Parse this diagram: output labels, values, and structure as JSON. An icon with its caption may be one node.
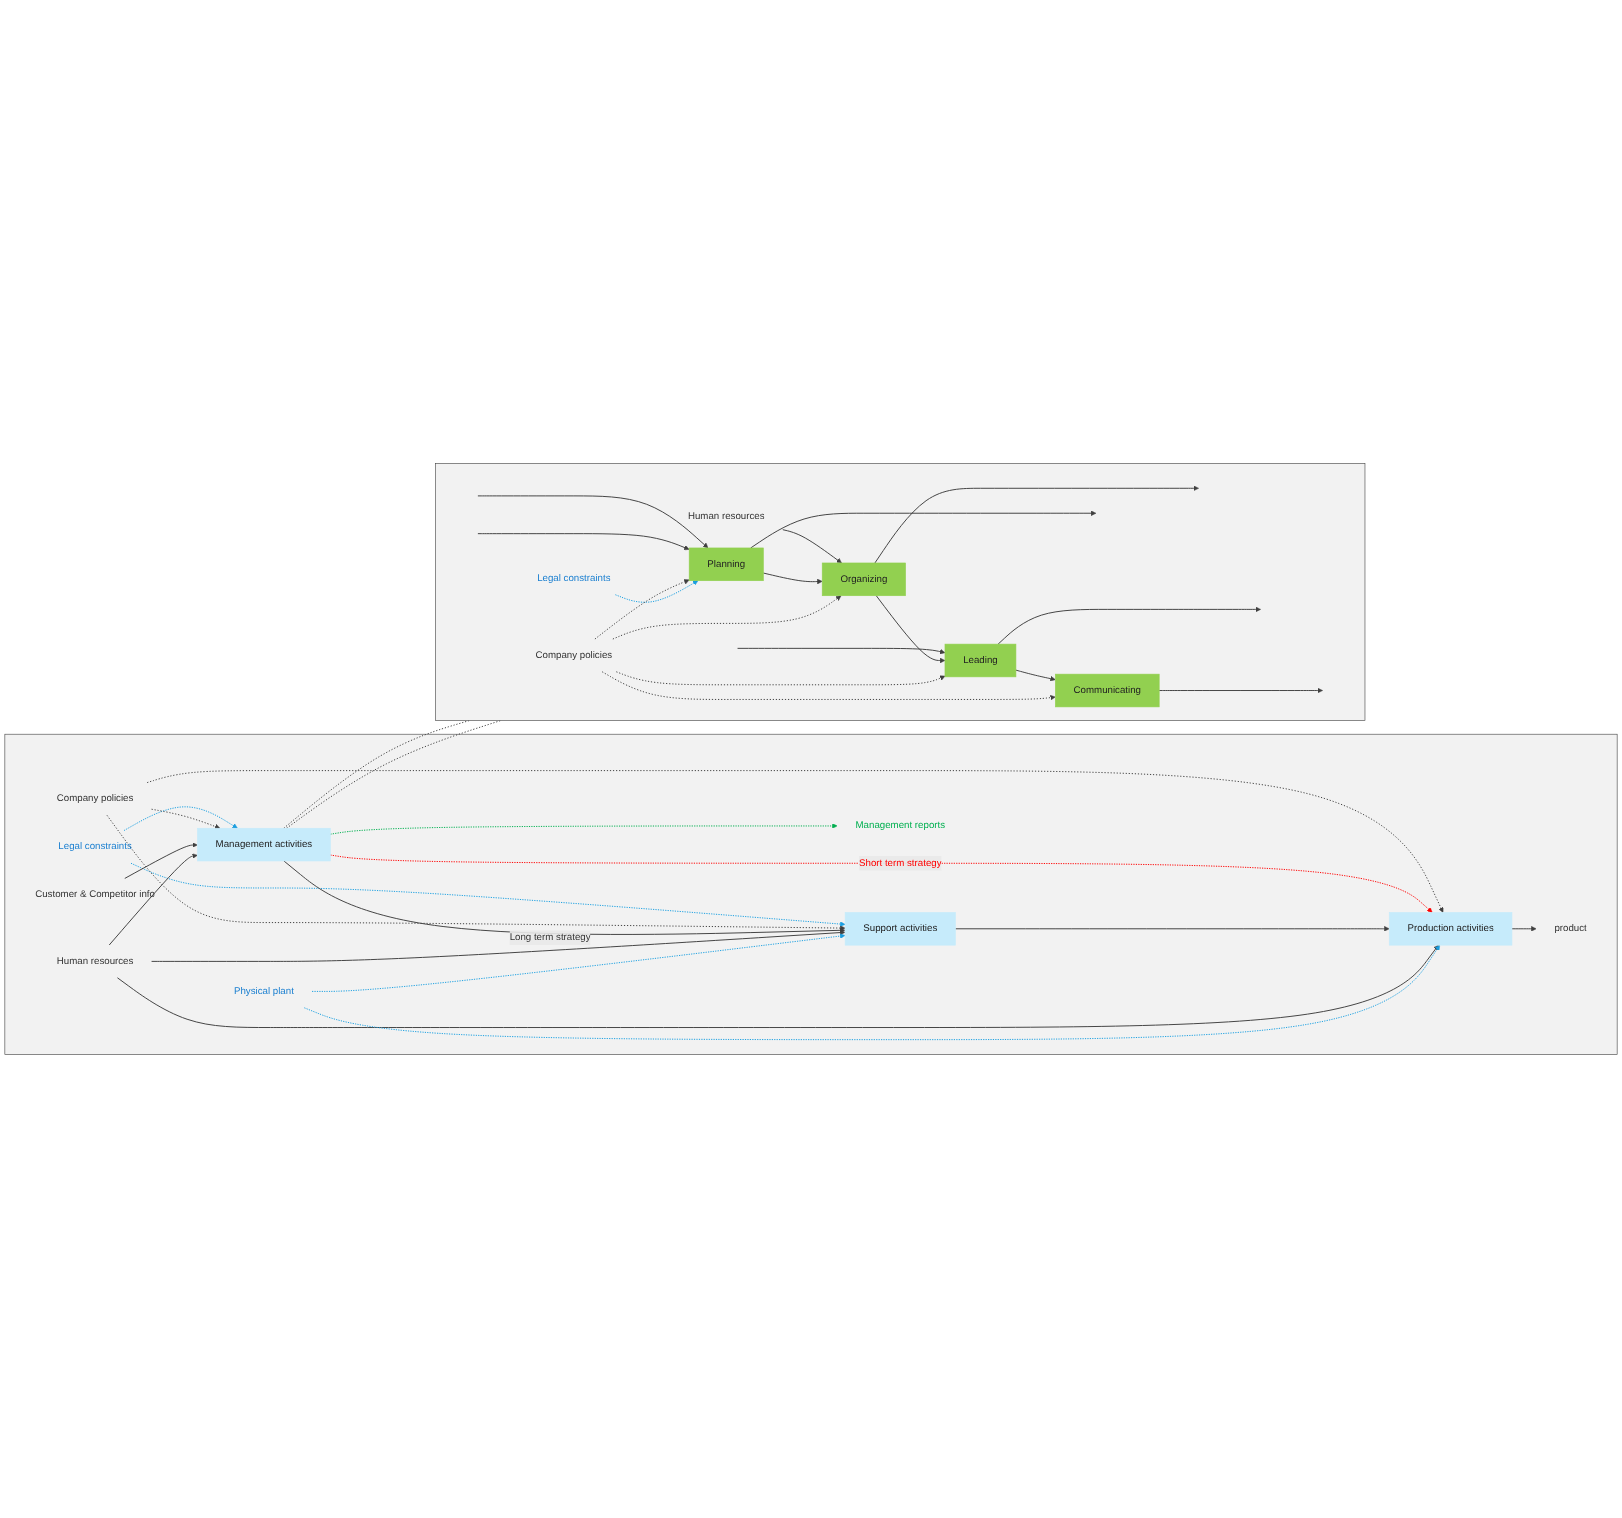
{
  "diagram": {
    "nodes": [
      {
        "text": [],
        "shape": "box"
      },
      {
        "text": [
          "Legal constraints"
        ],
        "in": 0
      },
      {
        "text": [
          "Company policies"
        ],
        "in": 0
      },
      {
        "text": [
          "Management activities"
        ],
        "in": 0
      },
      {
        "text": [
          "Customer & Competitor info"
        ],
        "in": 0
      },
      {
        "text": [
          "Support activities"
        ],
        "in": 0
      },
      {
        "text": [
          "Production activities"
        ],
        "in": 0
      },
      {
        "text": [
          "Management reports"
        ],
        "in": 0
      },
      {
        "text": [
          "product"
        ],
        "in": 0
      },
      {
        "text": [
          "Human resources"
        ],
        "in": 0
      },
      {
        "text": [
          "Physical plant"
        ],
        "in": 0
      },
      {
        "text": [],
        "shape": "box"
      },
      {
        "text": [
          "Legal constraints"
        ],
        "in": 11
      },
      {
        "text": [
          "Company policies"
        ],
        "in": 11
      },
      {
        "text": [
          "Planning"
        ],
        "in": 11
      },
      {
        "text": [
          "Organizing"
        ],
        "in": 11
      },
      {
        "text": [
          "Leading"
        ],
        "in": 11
      },
      {
        "text": [
          "Communicating"
        ],
        "in": 11
      },
      {
        "text": [
          "Human resources"
        ],
        "in": 11
      }
    ],
    "edges": [
      {
        "from": 1,
        "to": 3,
        "arrow": "to",
        "style": "dashed",
        "color": "#1a9fe0"
      },
      {
        "from": 1,
        "to": 5,
        "arrow": "to",
        "style": "dashed",
        "color": "#1a9fe0"
      },
      {
        "from": 2,
        "to": 3,
        "arrow": "to",
        "style": "dashed"
      },
      {
        "from": 2,
        "to": 5,
        "arrow": "to",
        "style": "dashed"
      },
      {
        "from": 2,
        "to": 6,
        "arrow": "to",
        "style": "dashed"
      },
      {
        "from": 4,
        "to": 3,
        "arrow": "to"
      },
      {
        "from": 3,
        "to": 7,
        "arrow": "to",
        "style": "dashed",
        "color": "#00b050"
      },
      {
        "from": 3,
        "to": 5,
        "arrow": "to",
        "label": "Long term strategy"
      },
      {
        "from": 3,
        "to": 6,
        "arrow": "to",
        "label": "Short term strategy",
        "style": "dashed",
        "color": "#ff0000"
      },
      {
        "from": 5,
        "to": 6,
        "arrow": "to"
      },
      {
        "from": 6,
        "to": 8,
        "arrow": "to"
      },
      {
        "from": 9,
        "to": 3,
        "arrow": "to"
      },
      {
        "from": 9,
        "to": 5,
        "arrow": "to"
      },
      {
        "from": 9,
        "to": 6,
        "arrow": "to"
      },
      {
        "from": 10,
        "to": 5,
        "arrow": "to",
        "style": "dashed",
        "color": "#1a9fe0"
      },
      {
        "from": 10,
        "to": 6,
        "arrow": "to",
        "style": "dashed",
        "color": "#1a9fe0"
      },
      {
        "from": 3,
        "to": 11,
        "arrow": "none",
        "style": "dashed"
      },
      {
        "from": 3,
        "to": 11,
        "arrow": "none",
        "style": "dashed"
      },
      {
        "from": 12,
        "to": 14,
        "arrow": "to",
        "style": "dashed",
        "color": "#1a9fe0"
      },
      {
        "from": 13,
        "to": 14,
        "arrow": "to",
        "style": "dashed"
      },
      {
        "from": 13,
        "to": 15,
        "arrow": "to",
        "style": "dashed"
      },
      {
        "from": 13,
        "to": 16,
        "arrow": "to",
        "style": "dashed"
      },
      {
        "from": 13,
        "to": 17,
        "arrow": "to",
        "style": "dashed"
      },
      {
        "from": null,
        "to": 14,
        "arrow": "to"
      },
      {
        "from": null,
        "to": 14,
        "arrow": "to"
      },
      {
        "from": 14,
        "to": 15,
        "arrow": "to"
      },
      {
        "from": 15,
        "to": 16,
        "arrow": "to"
      },
      {
        "from": 16,
        "to": 17,
        "arrow": "to"
      },
      {
        "from": 14,
        "to": null,
        "arrow": "to"
      },
      {
        "from": 15,
        "to": null,
        "arrow": "to"
      },
      {
        "from": 16,
        "to": null,
        "arrow": "to"
      },
      {
        "from": 17,
        "to": null,
        "arrow": "to"
      },
      {
        "from": 18,
        "to": 15,
        "arrow": "to"
      },
      {
        "from": null,
        "to": 16,
        "arrow": "to"
      }
    ]
  }
}
